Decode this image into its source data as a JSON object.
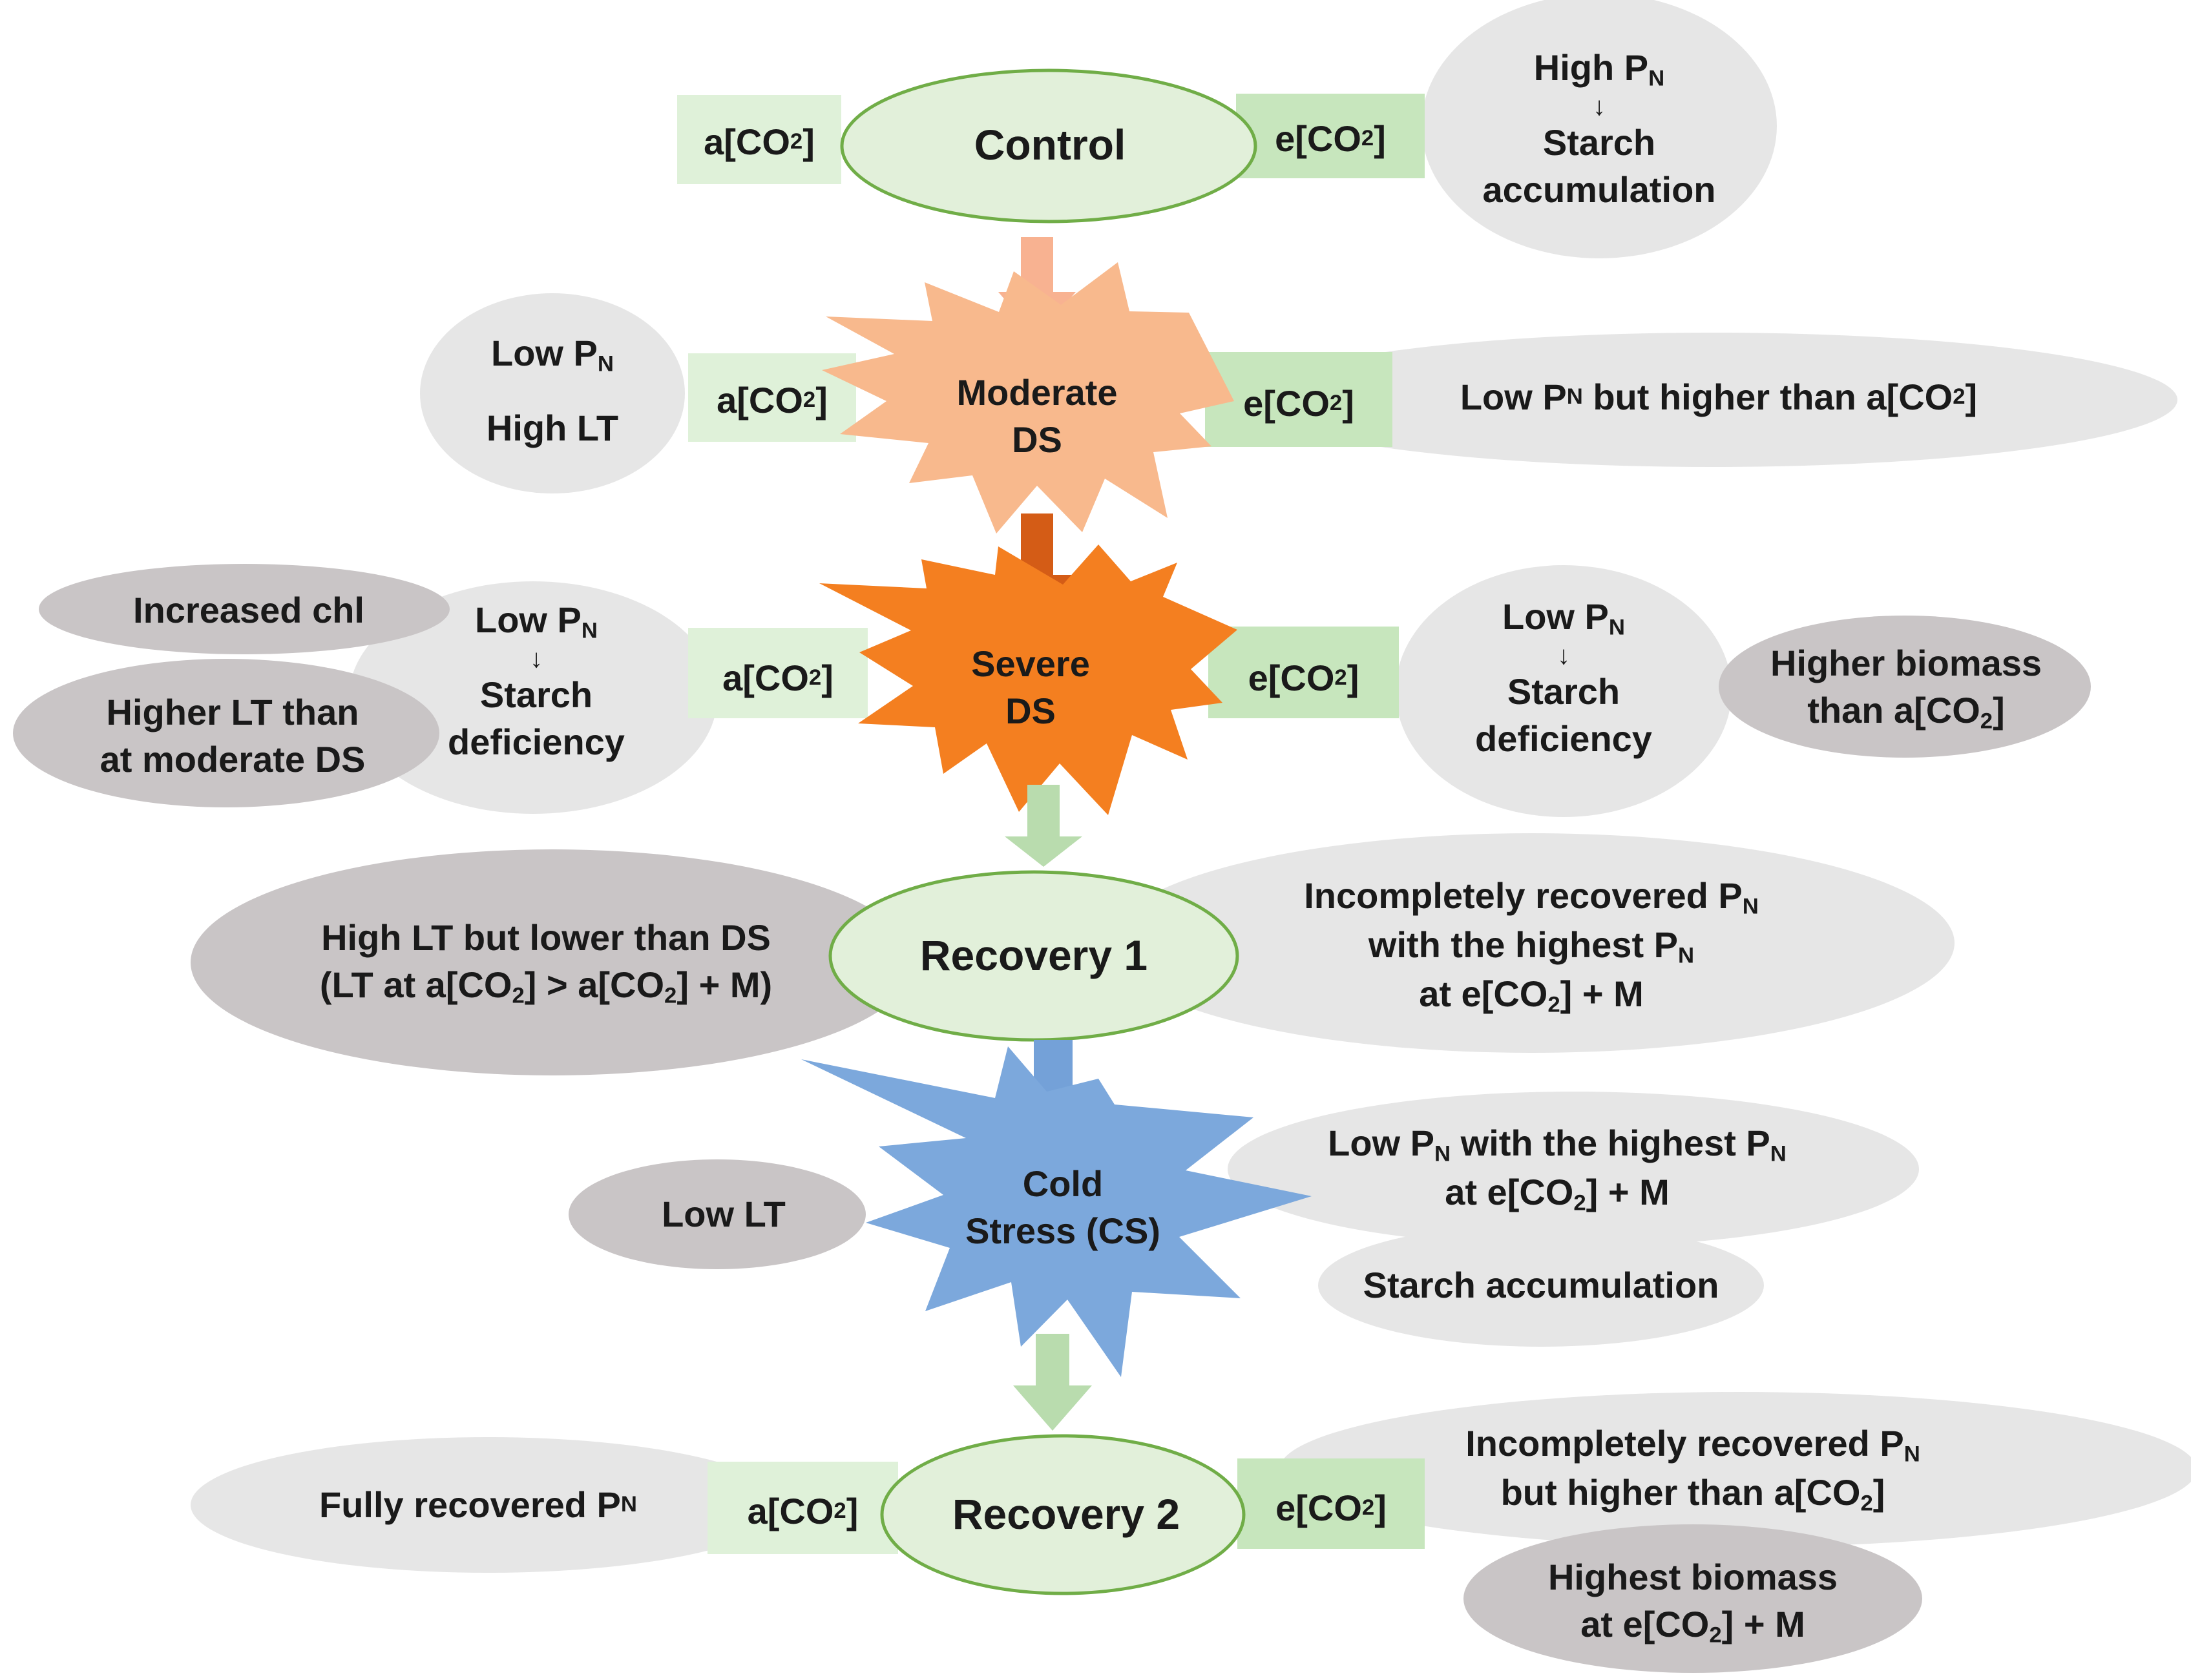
{
  "colors": {
    "light_ellipse": "#e6e6e6",
    "dark_ellipse": "#c9c5c6",
    "pale_green": "#dff1d9",
    "green_box": "#c7e6bd",
    "stage_fill": "#e2f0da",
    "stage_stroke": "#70ad47",
    "moderate_ds": "#f8b98d",
    "severe_ds": "#f47f20",
    "cold_stress": "#7ca8dc",
    "arrow_peach": "#f8b291",
    "arrow_orange": "#d45c16",
    "arrow_green": "#b9dcae",
    "arrow_blue": "#74a1d8"
  },
  "stages": {
    "control": "Control",
    "moderate": [
      "Moderate",
      "DS"
    ],
    "severe": [
      "Severe",
      "DS"
    ],
    "recovery1": "Recovery 1",
    "cold": [
      "Cold",
      "Stress (CS)"
    ],
    "recovery2": "Recovery 2"
  },
  "labels": {
    "a_co2": "a[CO2]",
    "e_co2": "e[CO2]"
  },
  "notes": {
    "control_e": [
      "High PN",
      "↓",
      "Starch",
      "accumulation"
    ],
    "moderate_a": [
      "Low PN",
      "High LT"
    ],
    "moderate_e": "Low PN but higher than a[CO2]",
    "severe_a_chl": "Increased chl",
    "severe_a_lt": [
      "Higher LT than",
      "at moderate DS"
    ],
    "severe_a": [
      "Low PN",
      "↓",
      "Starch",
      "deficiency"
    ],
    "severe_e": [
      "Low PN",
      "↓",
      "Starch",
      "deficiency"
    ],
    "severe_e_biomass": [
      "Higher biomass",
      "than a[CO2]"
    ],
    "recovery1_a": [
      "High LT but lower than DS",
      "(LT at a[CO2] > a[CO2] + M)"
    ],
    "recovery1_e": [
      "Incompletely recovered PN",
      "with the highest PN",
      "at e[CO2] + M"
    ],
    "cold_a": "Low LT",
    "cold_e": [
      "Low PN with the highest PN",
      "at e[CO2] + M"
    ],
    "cold_e_starch": "Starch accumulation",
    "recovery2_a": "Fully recovered PN",
    "recovery2_e": [
      "Incompletely recovered PN",
      "but higher than a[CO2]"
    ],
    "recovery2_biomass": [
      "Highest biomass",
      "at e[CO2] + M"
    ]
  }
}
